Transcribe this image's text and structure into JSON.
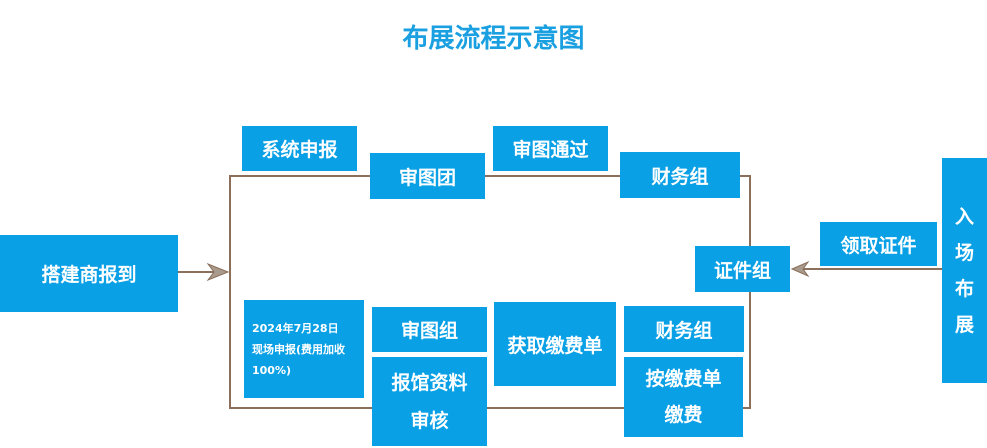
{
  "title": "布展流程示意图",
  "nodes": {
    "exhibitor_report": "搭建商报到",
    "system_report": "系统申报",
    "review_team": "审图团",
    "review_passed": "审图通过",
    "finance_top": "财务组",
    "certificate_group": "证件组",
    "collect_certificate": "领取证件",
    "enter_setup": [
      "入",
      "场",
      "布",
      "展"
    ],
    "onsite_report": [
      "2024年7月28日",
      "现场申报(费用加收",
      "100%)"
    ],
    "review_group": "审图组",
    "hall_review": [
      "报馆资料",
      "审核"
    ],
    "get_bill": "获取缴费单",
    "finance_bottom": "财务组",
    "pay_bill": [
      "按缴费单",
      "缴费"
    ]
  },
  "colors": {
    "box": "#0aa0e6",
    "line": "#8b6f5a",
    "title": "#1a9fe0"
  }
}
